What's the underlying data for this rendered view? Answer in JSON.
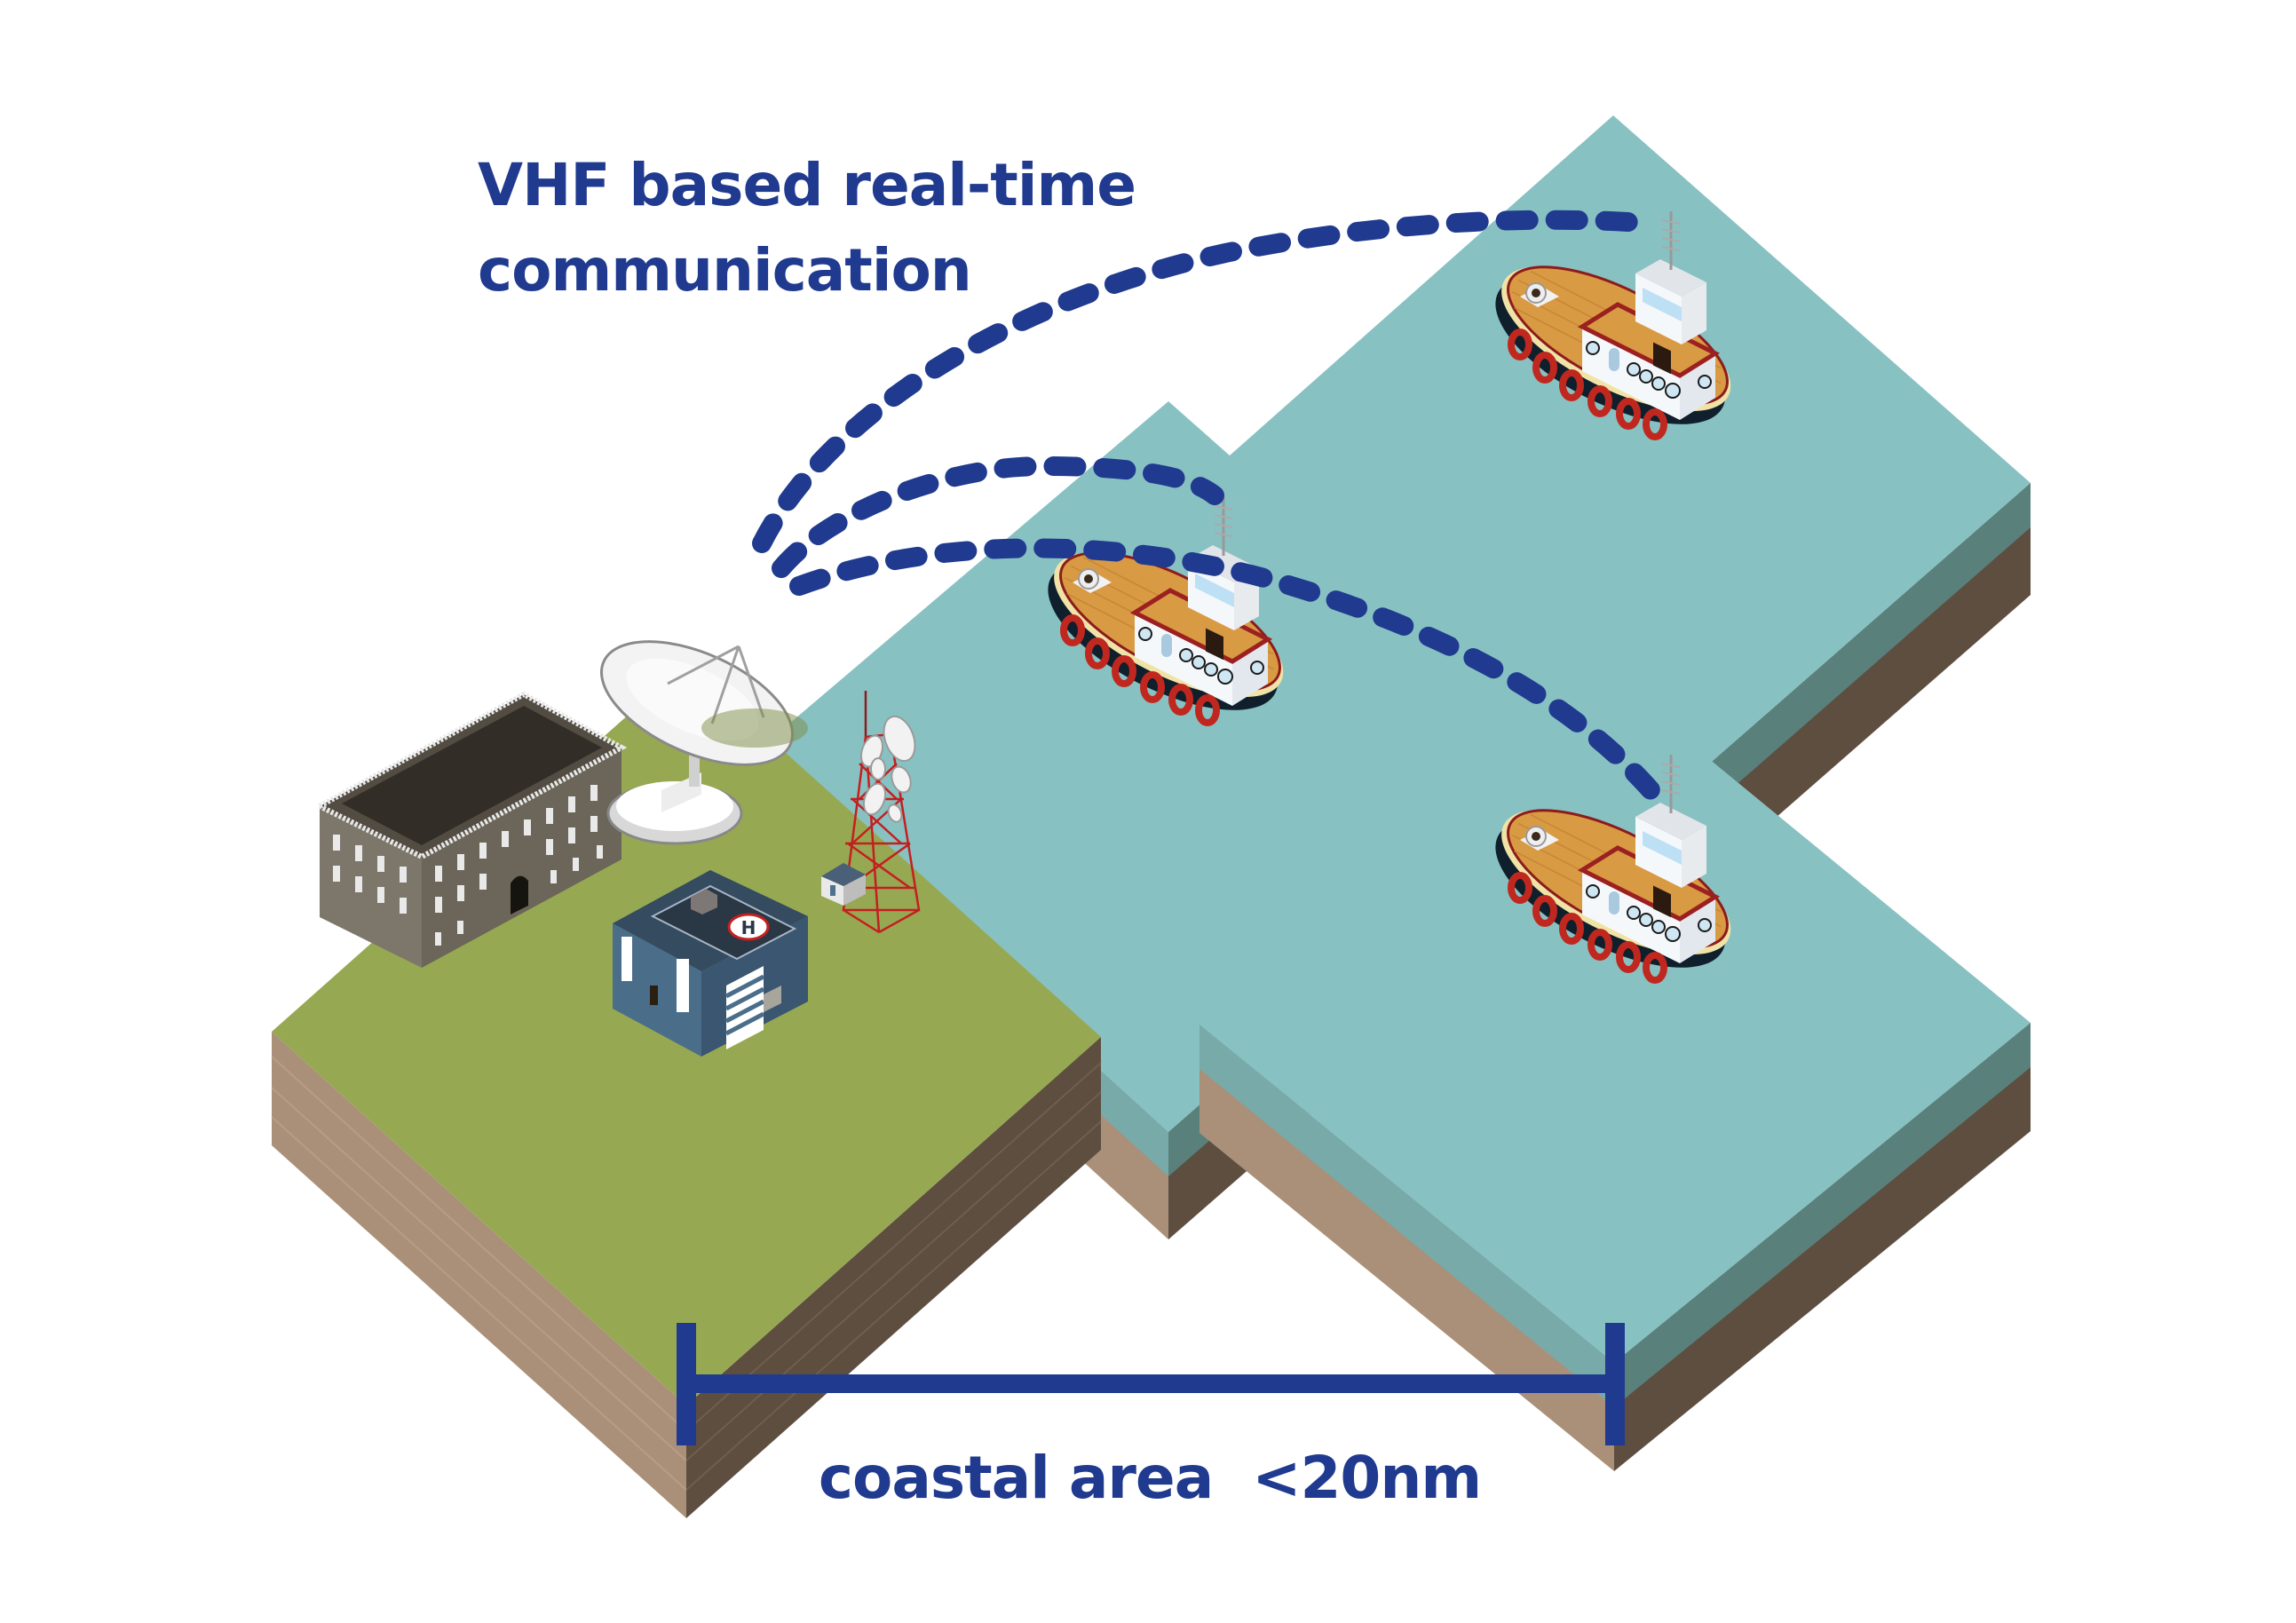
{
  "diagram": {
    "title_lines": [
      "VHF based real-time",
      "communication"
    ],
    "scale_label": "coastal area  <20nm",
    "colors": {
      "accent": "#1f3a8f",
      "water_top": "#88c1c2",
      "water_side_left": "#77aaa9",
      "water_side_right": "#5a807c",
      "land_top": "#97a852",
      "soil_left": "#aa9079",
      "soil_right": "#5d4e40",
      "tower_red": "#c41f1f"
    },
    "tiles": [
      {
        "id": "land",
        "type": "land",
        "contents": [
          "prison-building",
          "satellite-dish",
          "radio-tower",
          "hospital-building",
          "utility-shed"
        ]
      },
      {
        "id": "water-middle",
        "type": "water",
        "contents": [
          "tugboat"
        ]
      },
      {
        "id": "water-top-right",
        "type": "water",
        "contents": [
          "tugboat"
        ]
      },
      {
        "id": "water-bottom-right",
        "type": "water",
        "contents": [
          "tugboat"
        ]
      }
    ],
    "links": [
      {
        "from": "satellite-dish",
        "to": "tugboat-top-right",
        "style": "dashed"
      },
      {
        "from": "satellite-dish",
        "to": "tugboat-middle",
        "style": "dashed"
      },
      {
        "from": "satellite-dish",
        "to": "tugboat-bottom-right",
        "style": "dashed"
      }
    ],
    "heliport_letter": "H"
  }
}
